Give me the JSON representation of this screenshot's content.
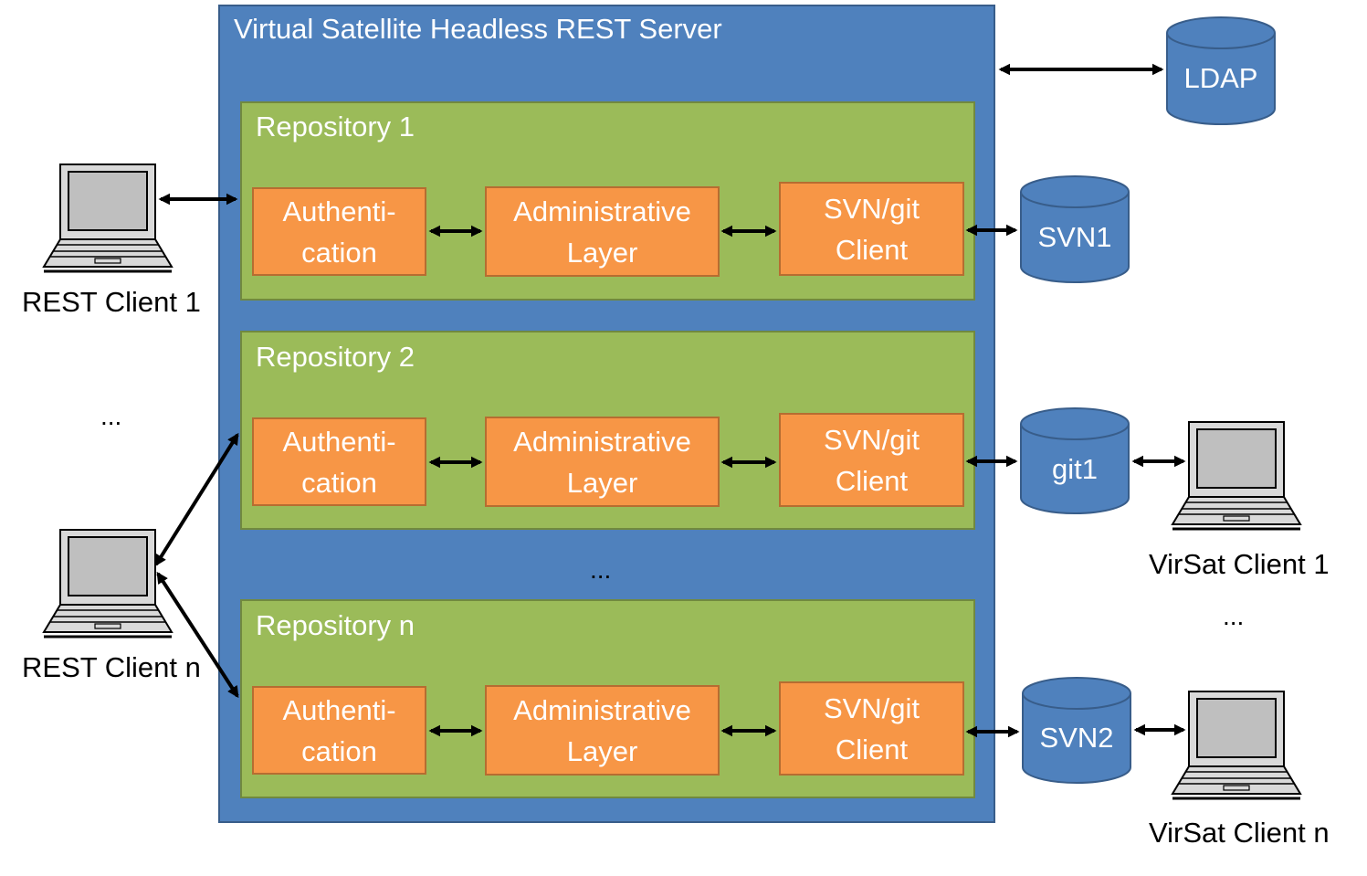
{
  "server": {
    "title": "Virtual Satellite Headless REST Server",
    "ellipsis": "..."
  },
  "repositories": [
    {
      "title": "Repository 1",
      "auth": "Authenti-\ncation",
      "admin": "Administrative\nLayer",
      "vcs": "SVN/git\nClient"
    },
    {
      "title": "Repository 2",
      "auth": "Authenti-\ncation",
      "admin": "Administrative\nLayer",
      "vcs": "SVN/git\nClient"
    },
    {
      "title": "Repository n",
      "auth": "Authenti-\ncation",
      "admin": "Administrative\nLayer",
      "vcs": "SVN/git\nClient"
    }
  ],
  "databases": {
    "ldap": "LDAP",
    "svn1": "SVN1",
    "git1": "git1",
    "svn2": "SVN2"
  },
  "rest_clients": {
    "client1": "REST Client 1",
    "ellipsis": "...",
    "clientn": "REST Client n"
  },
  "virsat_clients": {
    "client1": "VirSat Client 1",
    "ellipsis": "...",
    "clientn": "VirSat Client n"
  },
  "colors": {
    "server_fill": "#4f81bd",
    "repository_fill": "#9bbb59",
    "block_fill": "#f79646",
    "database_fill": "#4f81bd"
  }
}
